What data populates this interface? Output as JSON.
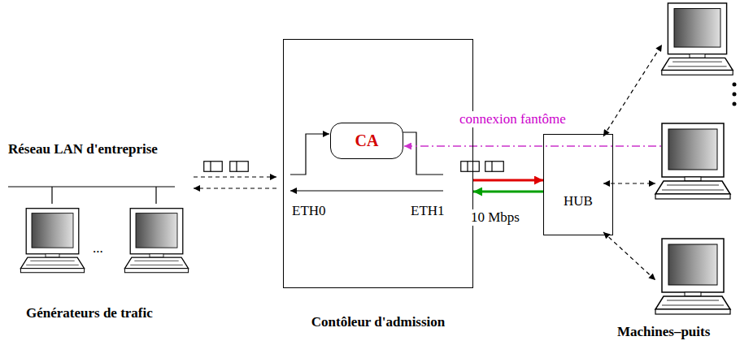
{
  "diagram": {
    "nodes": [
      {
        "text": [
          "Contôleur d'admission"
        ]
      },
      {
        "text": [
          "CA"
        ],
        "in": 0
      },
      {
        "text": [
          "HUB"
        ]
      }
    ],
    "edges": [
      {
        "from": 0,
        "to": 2,
        "arrow": "to"
      },
      {
        "from": 2,
        "to": 0,
        "arrow": "to"
      }
    ],
    "labels": [
      "Réseau LAN d'entreprise",
      "...",
      "Générateurs de trafic",
      "ETH0",
      "ETH1",
      "10 Mbps",
      "connexion fantôme",
      "Machines–puits"
    ]
  }
}
